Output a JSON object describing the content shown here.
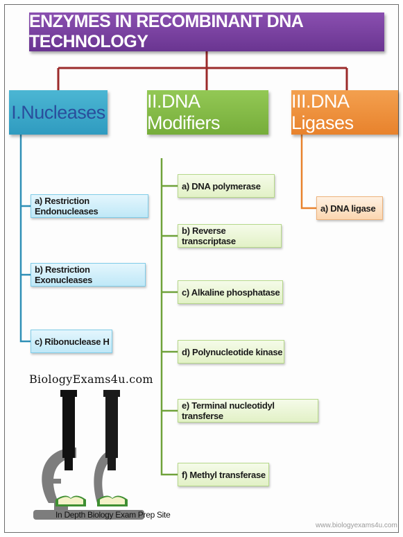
{
  "title": "ENZYMES IN RECOMBINANT DNA TECHNOLOGY",
  "categories": [
    {
      "label": "I.Nucleases",
      "items": [
        "a) Restriction Endonucleases",
        "b) Restriction Exonucleases",
        "c) Ribonuclease H"
      ]
    },
    {
      "label": "II.DNA Modifiers",
      "items": [
        "a) DNA polymerase",
        "b) Reverse transcriptase",
        "c) Alkaline phosphatase",
        "d) Polynucleotide kinase",
        "e) Terminal nucleotidyl transferse",
        "f) Methyl transferase"
      ]
    },
    {
      "label": "III.DNA Ligases",
      "items": [
        "a) DNA ligase"
      ]
    }
  ],
  "branding": {
    "site": "BiologyExams4u.com",
    "tagline": "In Depth Biology Exam Prep Site",
    "watermark": "www.biologyexams4u.com"
  },
  "colors": {
    "title_bg": "#6a3591",
    "connector": "#9b2a2a",
    "nucleases": "#2f9bc0",
    "modifiers": "#76ad3a",
    "ligases": "#e8822c"
  }
}
